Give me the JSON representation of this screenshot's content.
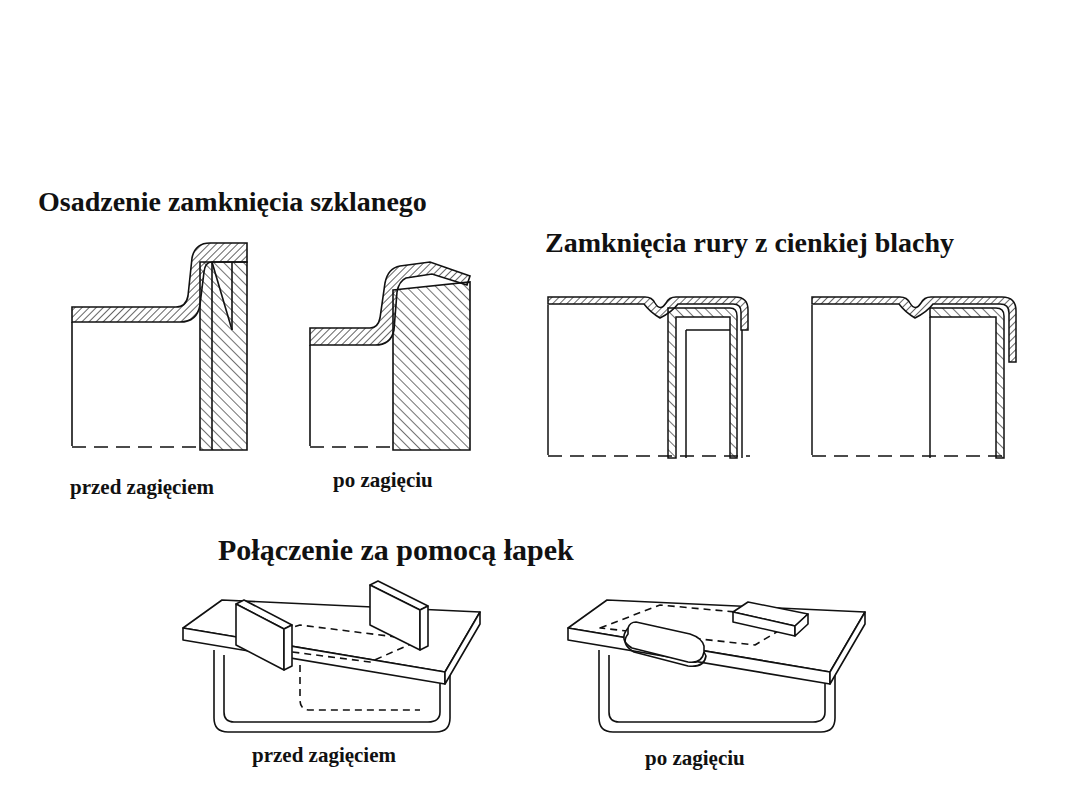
{
  "diagram": {
    "labels": [
      "Osadzenie zamknięcia szklanego",
      "Zamknięcia rury z cienkiej blachy",
      "przed zagięciem",
      "po zagięciu",
      "Połączenie za pomocą łapek",
      "przed zagięciem",
      "po zagięciu"
    ]
  }
}
